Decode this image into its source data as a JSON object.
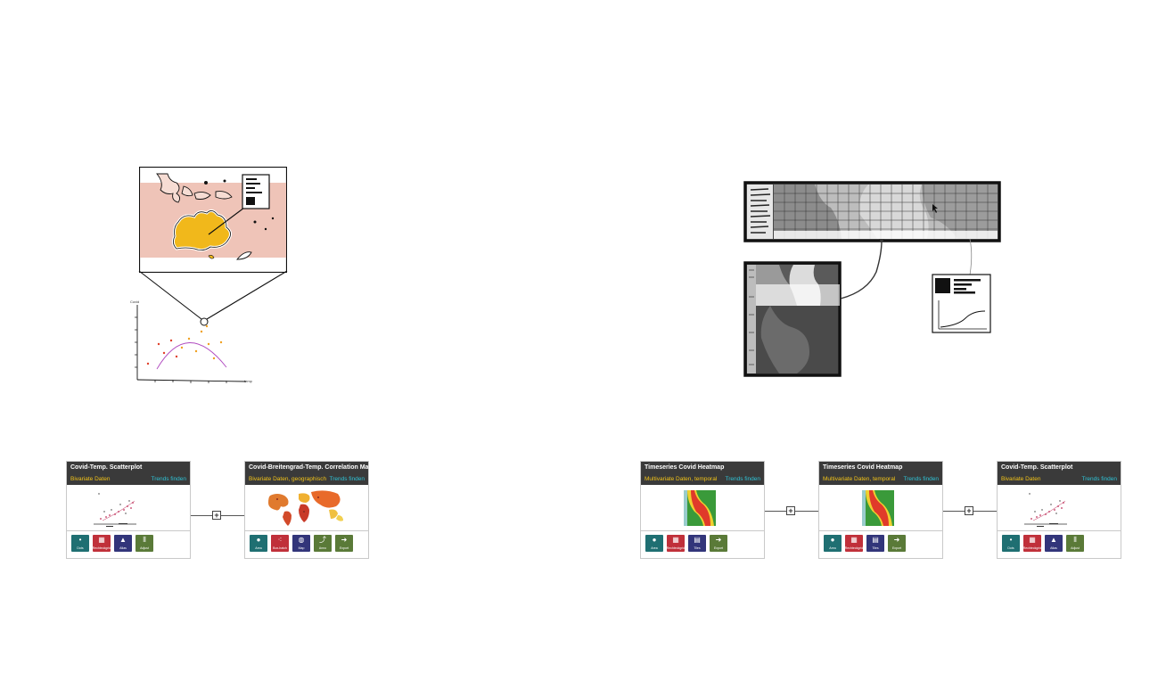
{
  "left_sketch": {
    "scatter_axis_y": "Covid",
    "scatter_axis_x": "temp"
  },
  "left_pipeline": {
    "cards": [
      {
        "title": "Covid-Temp. Scatterplot",
        "subtitle": "Bivariate Daten",
        "task": "Trends finden",
        "buttons": [
          {
            "label": "Dots",
            "color": "#1f6f72",
            "icon": "dot-icon"
          },
          {
            "label": "Rechteckgrid",
            "color": "#c0303a",
            "icon": "grid-icon"
          },
          {
            "label": "Atlas",
            "color": "#32357a",
            "icon": "mountain-icon"
          },
          {
            "label": "Adjust",
            "color": "#5a7a38",
            "icon": "sliders-icon"
          }
        ]
      },
      {
        "title": "Covid-Breitengrad-Temp. Correlation Map",
        "subtitle": "Bivariate Daten, geographisch",
        "task": "Trends finden",
        "buttons": [
          {
            "label": "Area",
            "color": "#1f6f72",
            "icon": "circle-icon"
          },
          {
            "label": "Box-hatch",
            "color": "#c0303a",
            "icon": "scatter-icon"
          },
          {
            "label": "Map",
            "color": "#32357a",
            "icon": "world-icon"
          },
          {
            "label": "Anno",
            "color": "#5a7a38",
            "icon": "annotate-icon"
          },
          {
            "label": "Export",
            "color": "#5a7a38",
            "icon": "export-icon"
          }
        ]
      }
    ]
  },
  "right_pipeline": {
    "cards": [
      {
        "title": "Timeseries Covid Heatmap",
        "subtitle": "Multivariate Daten, temporal",
        "task": "Trends finden",
        "buttons": [
          {
            "label": "Area",
            "color": "#1f6f72",
            "icon": "circle-icon"
          },
          {
            "label": "Rechteckgrid",
            "color": "#c0303a",
            "icon": "grid-icon"
          },
          {
            "label": "Tiles",
            "color": "#32357a",
            "icon": "tiles-icon"
          },
          {
            "label": "Export",
            "color": "#5a7a38",
            "icon": "export-icon"
          }
        ]
      },
      {
        "title": "Timeseries Covid Heatmap",
        "subtitle": "Multivariate Daten, temporal",
        "task": "Trends finden",
        "buttons": [
          {
            "label": "Area",
            "color": "#1f6f72",
            "icon": "circle-icon"
          },
          {
            "label": "Rechteckgrid",
            "color": "#c0303a",
            "icon": "grid-icon"
          },
          {
            "label": "Tiles",
            "color": "#32357a",
            "icon": "tiles-icon"
          },
          {
            "label": "Export",
            "color": "#5a7a38",
            "icon": "export-icon"
          }
        ]
      },
      {
        "title": "Covid-Temp. Scatterplot",
        "subtitle": "Bivariate Daten",
        "task": "Trends finden",
        "buttons": [
          {
            "label": "Dots",
            "color": "#1f6f72",
            "icon": "dot-icon"
          },
          {
            "label": "Rechteckgrid",
            "color": "#c0303a",
            "icon": "grid-icon"
          },
          {
            "label": "Atlas",
            "color": "#32357a",
            "icon": "mountain-icon"
          },
          {
            "label": "Adjust",
            "color": "#5a7a38",
            "icon": "sliders-icon"
          }
        ]
      }
    ]
  },
  "plus_glyph": "+"
}
